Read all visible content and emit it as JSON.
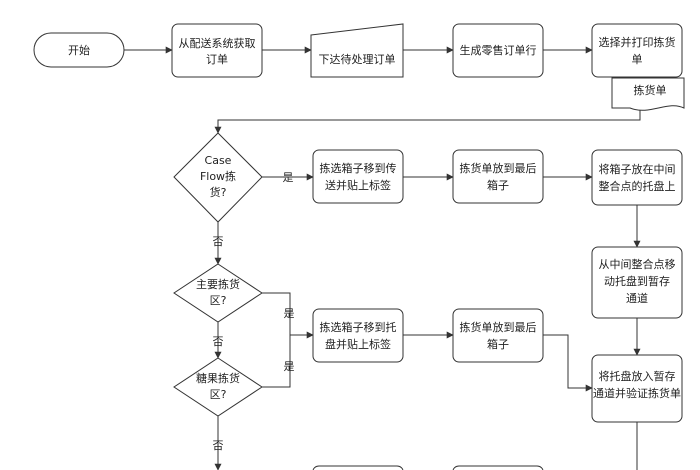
{
  "nodes": {
    "start": "开始",
    "fetch_order": [
      "从配送系统获取",
      "订单"
    ],
    "dispatch": "下达待处理订单",
    "gen_line": "生成零售订单行",
    "print_pick": [
      "选择并打印拣货",
      "单"
    ],
    "pick_doc": "拣货单",
    "case_flow": [
      "Case",
      "Flow拣",
      "货?"
    ],
    "main_area": [
      "主要拣货",
      "区?"
    ],
    "candy_area": [
      "糖果拣货",
      "区?"
    ],
    "pick_label_1": [
      "拣选箱子移到传",
      "送并贴上标签"
    ],
    "put_slip_1": [
      "拣货单放到最后",
      "箱子"
    ],
    "to_pallet": [
      "将箱子放在中间",
      "整合点的托盘上"
    ],
    "move_pallet": [
      "从中间整合点移",
      "动托盘到暂存",
      "通道"
    ],
    "pick_label_2": [
      "拣选箱子移到托",
      "盘并贴上标签"
    ],
    "put_slip_2": [
      "拣货单放到最后",
      "箱子"
    ],
    "verify": [
      "将托盘放入暂存",
      "通道并验证拣货单"
    ]
  },
  "edges": {
    "yes": "是",
    "no": "否"
  }
}
